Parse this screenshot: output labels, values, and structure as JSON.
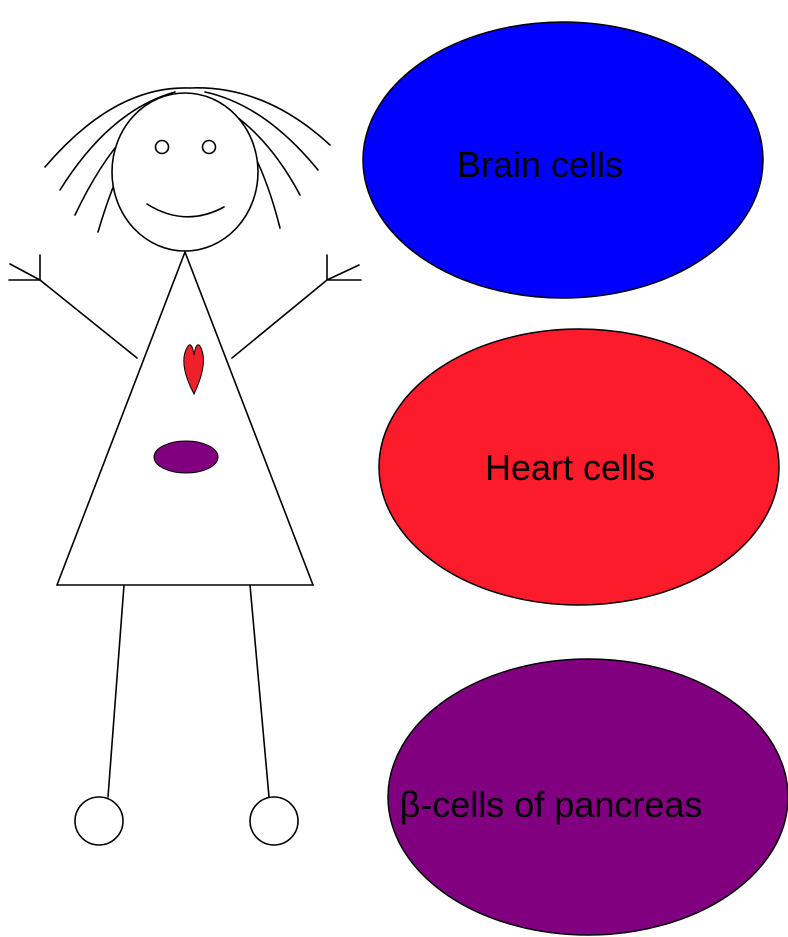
{
  "colors": {
    "background": "#ffffff",
    "outline": "#000000",
    "figure_fill": "#ffffff",
    "heart_fill": "#f0202a",
    "pancreas_fill": "#800080",
    "brain_cells_fill": "#0000ff",
    "heart_cells_fill": "#fb1b2b",
    "beta_cells_fill": "#800080"
  },
  "figure": {
    "organs": [
      "heart-icon",
      "pancreas-icon"
    ]
  },
  "cells": [
    {
      "key": "brain",
      "label": "Brain cells"
    },
    {
      "key": "heart",
      "label": "Heart cells"
    },
    {
      "key": "beta",
      "label": "β-cells of pancreas"
    }
  ]
}
